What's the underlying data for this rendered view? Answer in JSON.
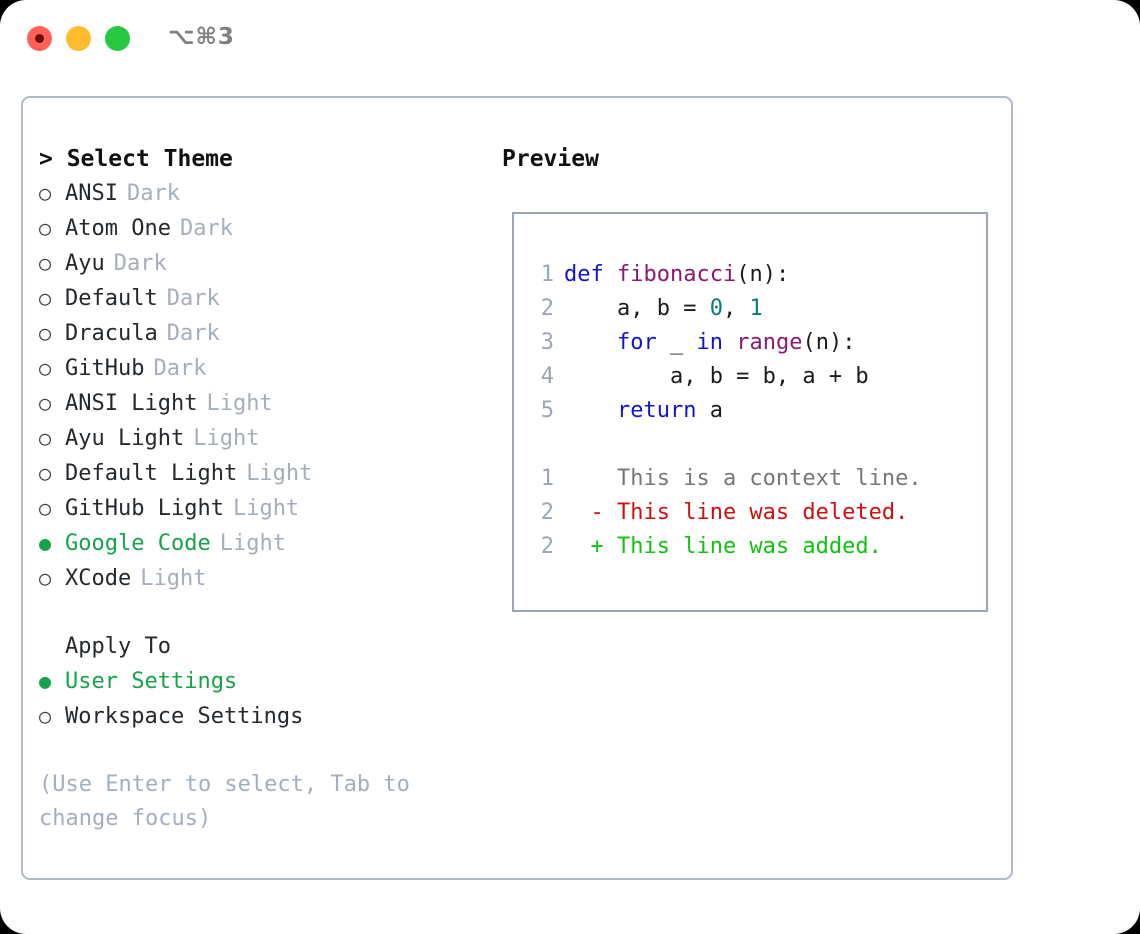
{
  "window": {
    "traffic_lights": [
      "close",
      "minimize",
      "maximize"
    ],
    "shortcut": "⌥⌘3",
    "colors": {
      "close": "#ff6159",
      "minimize": "#ffbd2e",
      "maximize": "#28c840",
      "card_border": "#b0b9c6",
      "preview_border": "#9aa5b5",
      "accent_selected": "#16a34a",
      "tag_muted": "#a5aebd",
      "hint_muted": "#a5aebd"
    }
  },
  "theme_picker": {
    "header": "> Select Theme",
    "bullet_unselected": "○",
    "bullet_selected": "●",
    "items": [
      {
        "name": "ANSI",
        "tag": "Dark",
        "selected": false
      },
      {
        "name": "Atom One",
        "tag": "Dark",
        "selected": false
      },
      {
        "name": "Ayu",
        "tag": "Dark",
        "selected": false
      },
      {
        "name": "Default",
        "tag": "Dark",
        "selected": false
      },
      {
        "name": "Dracula",
        "tag": "Dark",
        "selected": false
      },
      {
        "name": "GitHub",
        "tag": "Dark",
        "selected": false
      },
      {
        "name": "ANSI Light",
        "tag": "Light",
        "selected": false
      },
      {
        "name": "Ayu Light",
        "tag": "Light",
        "selected": false
      },
      {
        "name": "Default Light",
        "tag": "Light",
        "selected": false
      },
      {
        "name": "GitHub Light",
        "tag": "Light",
        "selected": false
      },
      {
        "name": "Google Code",
        "tag": "Light",
        "selected": true
      },
      {
        "name": "XCode",
        "tag": "Light",
        "selected": false
      }
    ]
  },
  "apply_to": {
    "label": "Apply To",
    "options": [
      {
        "name": "User Settings",
        "selected": true
      },
      {
        "name": "Workspace Settings",
        "selected": false
      }
    ]
  },
  "hint": "(Use Enter to select, Tab to change focus)",
  "preview": {
    "title": "Preview",
    "code_lines": [
      {
        "number": "1",
        "tokens": [
          {
            "text": "def ",
            "kind": "kw"
          },
          {
            "text": "fibonacci",
            "kind": "fn"
          },
          {
            "text": "(n):",
            "kind": "txt"
          }
        ]
      },
      {
        "number": "2",
        "tokens": [
          {
            "text": "    a, b = ",
            "kind": "txt"
          },
          {
            "text": "0",
            "kind": "num"
          },
          {
            "text": ", ",
            "kind": "txt"
          },
          {
            "text": "1",
            "kind": "num"
          }
        ]
      },
      {
        "number": "3",
        "tokens": [
          {
            "text": "    ",
            "kind": "txt"
          },
          {
            "text": "for",
            "kind": "kw"
          },
          {
            "text": " _ ",
            "kind": "txt"
          },
          {
            "text": "in",
            "kind": "kw"
          },
          {
            "text": " ",
            "kind": "txt"
          },
          {
            "text": "range",
            "kind": "fn"
          },
          {
            "text": "(n):",
            "kind": "txt"
          }
        ]
      },
      {
        "number": "4",
        "tokens": [
          {
            "text": "        a, b = b, a + b",
            "kind": "txt"
          }
        ]
      },
      {
        "number": "5",
        "tokens": [
          {
            "text": "    ",
            "kind": "txt"
          },
          {
            "text": "return",
            "kind": "kw"
          },
          {
            "text": " a",
            "kind": "txt"
          }
        ]
      }
    ],
    "diff_lines": [
      {
        "number": "1",
        "marker": " ",
        "text": "This is a context line.",
        "kind": "ctx"
      },
      {
        "number": "2",
        "marker": "-",
        "text": "This line was deleted.",
        "kind": "del"
      },
      {
        "number": "2",
        "marker": "+",
        "text": "This line was added.",
        "kind": "add"
      }
    ]
  }
}
